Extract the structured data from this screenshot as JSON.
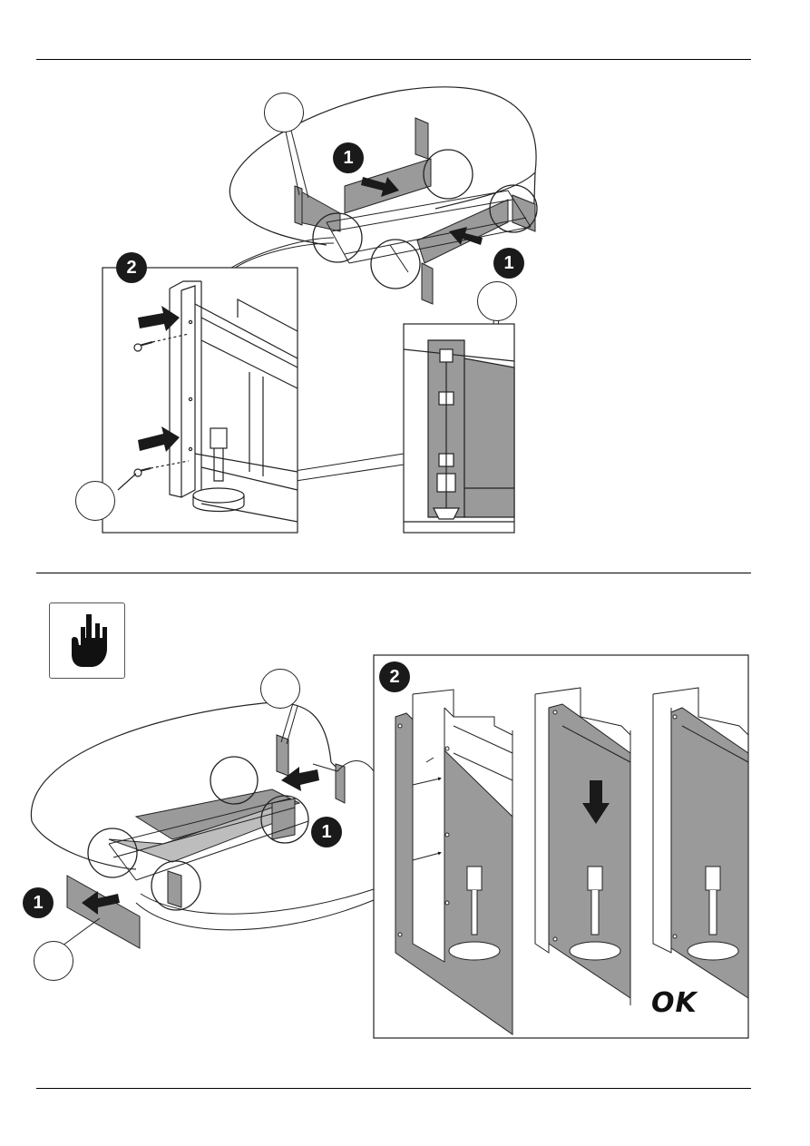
{
  "steps": {
    "one": "1",
    "two": "2"
  },
  "final_label": "OK",
  "icons": {
    "attention": "hand-icon",
    "push_arrow": "arrow-icon"
  },
  "colors": {
    "panel_gray": "#9a9a9a",
    "line": "#222222",
    "badge": "#1a1a1a"
  }
}
